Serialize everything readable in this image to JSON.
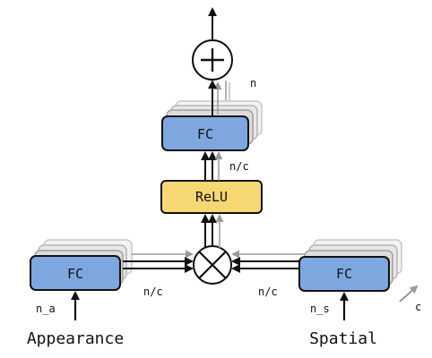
{
  "colors": {
    "fc_fill": "#7ea7e0",
    "fc_fill_dark": "#5f8fd3",
    "relu_fill": "#f7d774",
    "stroke": "#111111",
    "ghost": "#9a9a9a"
  },
  "nodes": {
    "fc_top": "FC",
    "relu": "ReLU",
    "fc_left": "FC",
    "fc_right": "FC",
    "add_symbol": "add",
    "mult_symbol": "multiply"
  },
  "labels": {
    "n": "n",
    "n_over_c_top": "n/c",
    "n_over_c_left": "n/c",
    "n_over_c_right": "n/c",
    "n_a": "n_a",
    "n_s": "n_s",
    "c": "c"
  },
  "inputs": {
    "appearance": "Appearance",
    "spatial": "Spatial"
  }
}
